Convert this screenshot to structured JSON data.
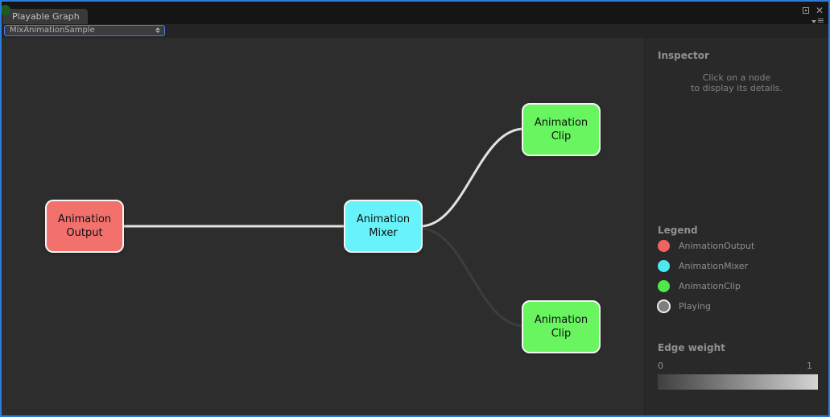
{
  "titlebar": {
    "tab_title": "Playable Graph",
    "close_glyph": "✕",
    "menu_bars_glyph": "≡"
  },
  "toolbar": {
    "graph_selector_value": "MixAnimationSample"
  },
  "graph": {
    "nodes": [
      {
        "id": "animation-output",
        "line1": "Animation",
        "line2": "Output",
        "color": "#f3716d"
      },
      {
        "id": "animation-mixer",
        "line1": "Animation",
        "line2": "Mixer",
        "color": "#67f3f9"
      },
      {
        "id": "animation-clip-top",
        "line1": "Animation",
        "line2": "Clip",
        "color": "#68f55f"
      },
      {
        "id": "animation-clip-bottom",
        "line1": "Animation",
        "line2": "Clip",
        "color": "#68f55f"
      }
    ],
    "edges": [
      {
        "from": "animation-output",
        "to": "animation-mixer",
        "weight": 1
      },
      {
        "from": "animation-mixer",
        "to": "animation-clip-top",
        "weight": 1
      },
      {
        "from": "animation-mixer",
        "to": "animation-clip-bottom",
        "weight": 0
      }
    ],
    "edge_color_high": "#e2e2e2",
    "edge_color_low": "#3d3d3d"
  },
  "inspector": {
    "title": "Inspector",
    "hint_line1": "Click on a node",
    "hint_line2": "to display its details."
  },
  "legend": {
    "title": "Legend",
    "items": [
      {
        "label": "AnimationOutput",
        "color": "#f2625e"
      },
      {
        "label": "AnimationMixer",
        "color": "#4de9f2"
      },
      {
        "label": "AnimationClip",
        "color": "#50e94b"
      },
      {
        "label": "Playing",
        "color": "#7f7f7f"
      }
    ]
  },
  "edge_weight": {
    "title": "Edge weight",
    "min": "0",
    "max": "1",
    "gradient_from": "#3f3f3f",
    "gradient_to": "#d4d4d4"
  }
}
